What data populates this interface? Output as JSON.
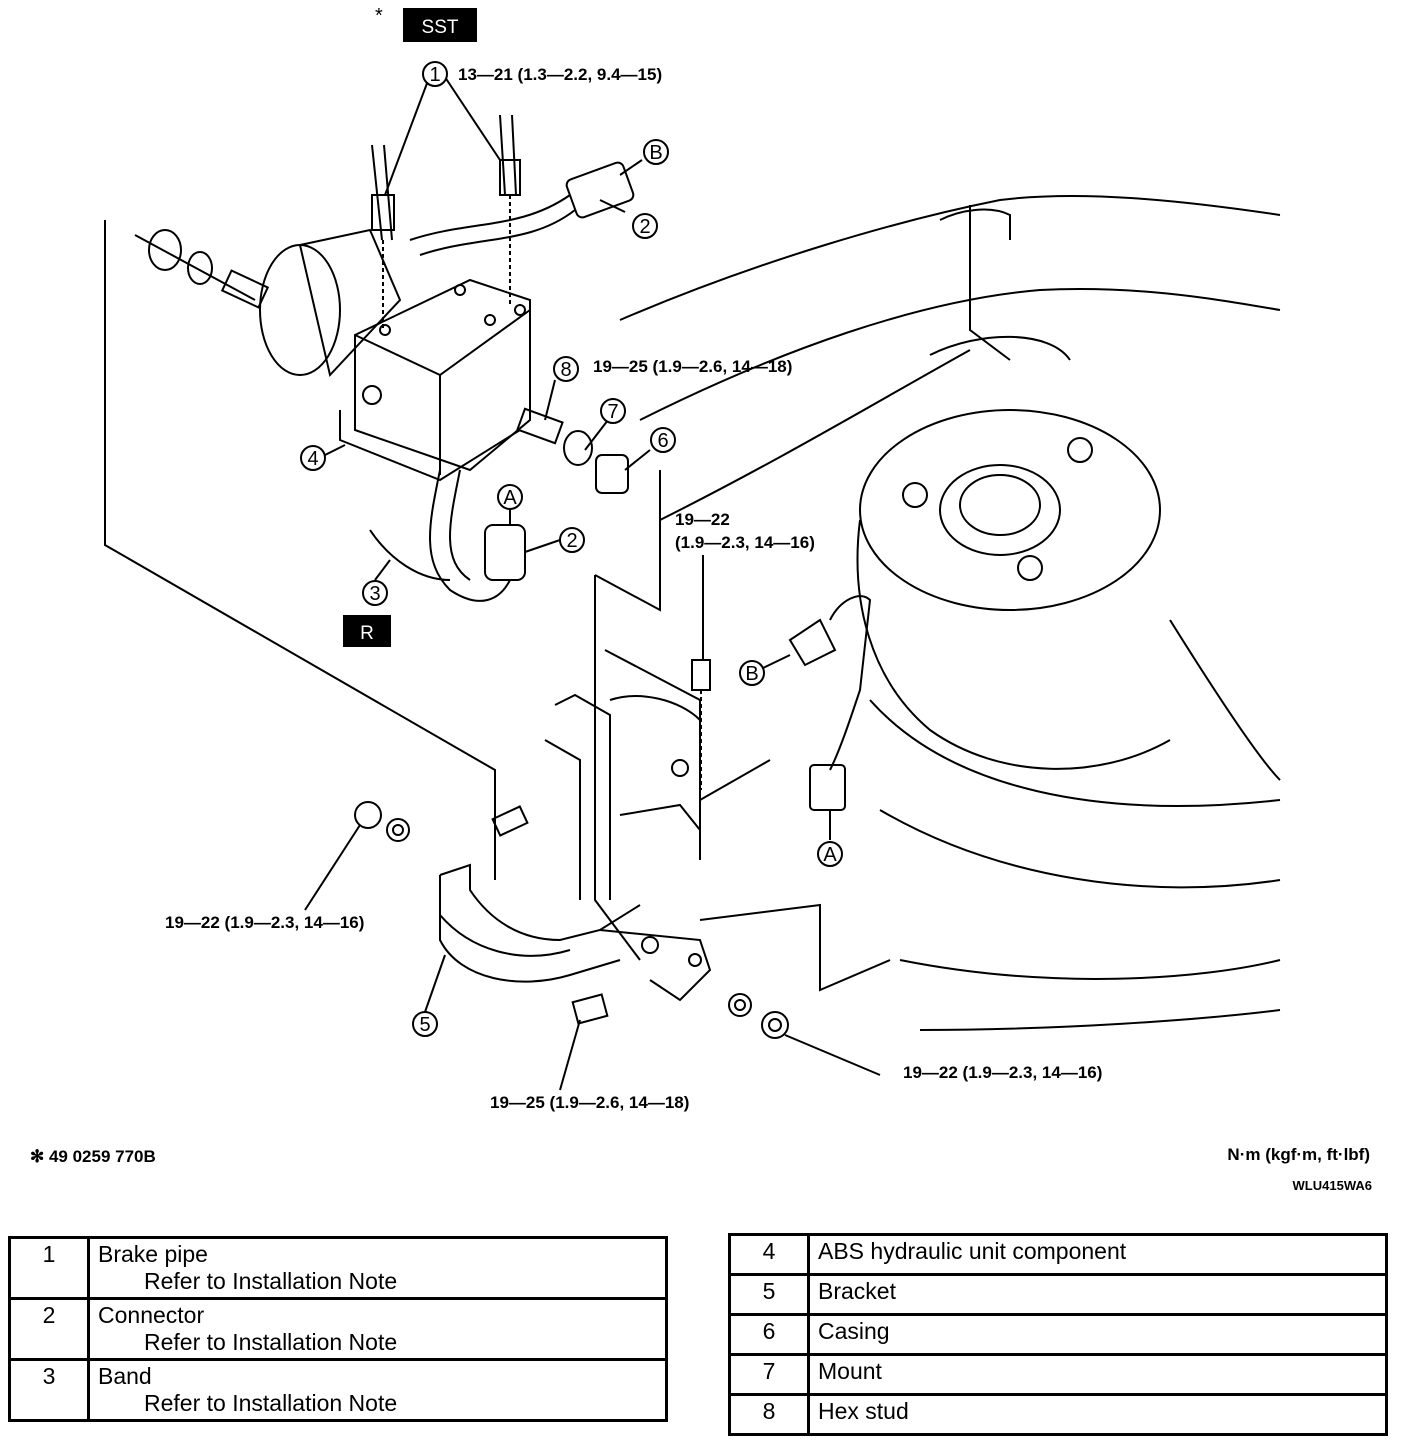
{
  "sst_marker": "*",
  "sst_label": "SST",
  "torque_labels": {
    "t1": "13—21 (1.3—2.2, 9.4—15)",
    "t8": "19—25 (1.9—2.6, 14—18)",
    "t_mid_a": "19—22",
    "t_mid_b": "(1.9—2.3, 14—16)",
    "t_left": "19—22 (1.9—2.3, 14—16)",
    "t_bottom": "19—25 (1.9—2.6, 14—18)",
    "t_right": "19—22 (1.9—2.3, 14—16)"
  },
  "callouts": {
    "c1": "1",
    "c2": "2",
    "c3": "3",
    "c4": "4",
    "c5": "5",
    "c6": "6",
    "c7": "7",
    "c8": "8",
    "connA": "A",
    "connB": "B"
  },
  "r_label": "R",
  "sst_note": "✻ 49 0259 770B",
  "units": "N·m (kgf·m, ft·lbf)",
  "figure_id": "WLU415WA6",
  "parts_left": [
    {
      "num": "1",
      "name": "Brake pipe",
      "note": "Refer to Installation Note"
    },
    {
      "num": "2",
      "name": "Connector",
      "note": "Refer to Installation Note"
    },
    {
      "num": "3",
      "name": "Band",
      "note": "Refer to Installation Note"
    }
  ],
  "parts_right": [
    {
      "num": "4",
      "name": "ABS hydraulic unit component"
    },
    {
      "num": "5",
      "name": "Bracket"
    },
    {
      "num": "6",
      "name": "Casing"
    },
    {
      "num": "7",
      "name": "Mount"
    },
    {
      "num": "8",
      "name": "Hex stud"
    }
  ]
}
